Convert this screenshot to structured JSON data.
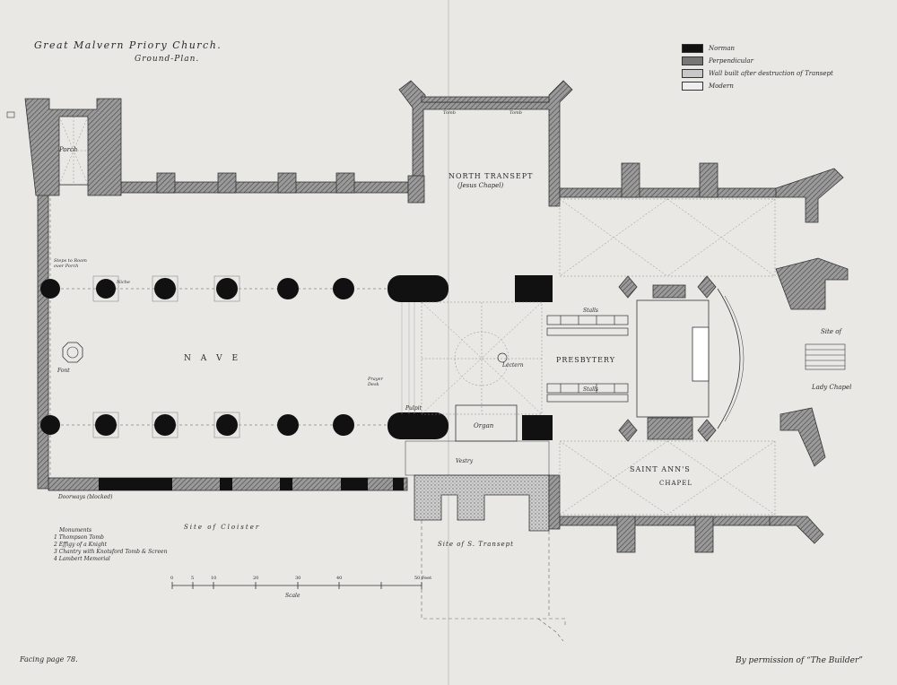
{
  "title": "Great Malvern Priory Church.",
  "subtitle": "Ground-Plan.",
  "legend": [
    {
      "label": "Norman",
      "color": "#111111"
    },
    {
      "label": "Perpendicular",
      "color": "#777777"
    },
    {
      "label": "Wall built after destruction of Transept",
      "color": "#c8c8c8"
    },
    {
      "label": "Modern",
      "color": "#eeeeee"
    }
  ],
  "labels": {
    "porch": "Porch",
    "north_transept": "North Transept",
    "jesus_chapel": "(Jesus Chapel)",
    "tomb_left": "Tomb",
    "tomb_right": "Tomb",
    "nave": "N A V E",
    "font": "Font",
    "niche": "Niche",
    "steps_porch": "Steps to Room over Porch",
    "prayer_desk": "Prayer Desk",
    "pulpit": "Pulpit",
    "lectern": "Lectern",
    "organ": "Organ",
    "vestry": "Vestry",
    "stalls_top": "Stalls",
    "stalls_bottom": "Stalls",
    "presbytery": "Presbytery",
    "saint_anns_chapel": "Saint Ann's",
    "chapel_word": "Chapel",
    "lady_chapel": "Lady Chapel",
    "site_of": "Site of",
    "site_cloister": "Site of Cloister",
    "site_transept": "Site of S. Transept",
    "doorways": "Doorways (blocked)",
    "scale_label": "Scale",
    "monuments_title": "Monuments",
    "monuments": [
      "1  Thompson Tomb",
      "2  Effigy of a Knight",
      "3  Chantry with Knotsford Tomb & Screen",
      "4  Lambert Memorial"
    ],
    "scale_ticks": [
      "0",
      "5",
      "10",
      "20",
      "30",
      "40",
      "50 Feet"
    ]
  },
  "footer_left": "Facing page 78.",
  "footer_right": "By permission of “The Builder”"
}
